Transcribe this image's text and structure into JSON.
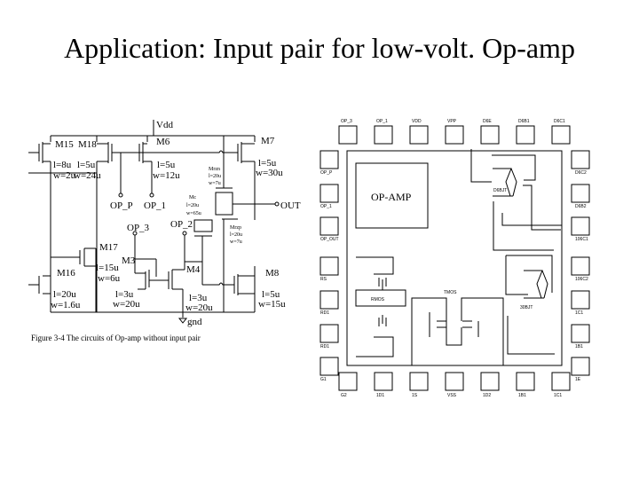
{
  "title": "Application: Input pair for low-volt. Op-amp",
  "circuit": {
    "vdd": "Vdd",
    "gnd": "gnd",
    "out": "OUT",
    "op_p": "OP_P",
    "op_1": "OP_1",
    "op_2": "OP_2",
    "op_3": "OP_3",
    "m15": "M15",
    "m18": "M18",
    "m6": "M6",
    "m7": "M7",
    "m17": "M17",
    "m3": "M3",
    "m4": "M4",
    "m16": "M16",
    "m8": "M8",
    "m15_l": "l=8u",
    "m15_w": "w=2u",
    "m18_l": "l=5u",
    "m18_w": "w=24u",
    "m6_l": "l=5u",
    "m6_w": "w=12u",
    "m7_l": "l=5u",
    "m7_w": "w=30u",
    "m17_l": "l=15u",
    "m17_w": "w=6u",
    "m16_l": "l=20u",
    "m16_w": "w=1.6u",
    "m3_l": "l=3u",
    "m3_w": "w=20u",
    "m4_l": "l=3u",
    "m4_w": "w=20u",
    "m8_l": "l=5u",
    "m8_w": "w=15u",
    "mrzn": "Mrzn",
    "mrzn_l": "l=20u",
    "mrzn_w": "w=7u",
    "mc": "Mc",
    "mc_l": "l=20u",
    "mc_w": "w=65u",
    "mrzp": "Mrzp",
    "mrzp_l": "l=20u",
    "mrzp_w": "w=7u",
    "caption": "Figure 3-4  The circuits of Op-amp without input pair"
  },
  "layout": {
    "opamp": "OP-AMP",
    "d6bjt": "D6BJT",
    "bjt30": "30BJT",
    "rmos": "RMOS",
    "tmos": "TMOS",
    "top_pads": [
      "OP_3",
      "OP_1",
      "VDD",
      "VPP",
      "D6E",
      "D6B1",
      "D6C1"
    ],
    "left_pads": [
      "OP_P",
      "OP_1",
      "OP_OUT",
      "RS",
      "RD1",
      "RD1",
      "G1"
    ],
    "right_pads": [
      "D6C2",
      "D6B2",
      "106C1",
      "106C2",
      "1C1",
      "1B1",
      "1E"
    ],
    "bottom_pads": [
      "G2",
      "1D1",
      "1S",
      "VSS",
      "1D2",
      "1B1",
      "1C1"
    ]
  }
}
